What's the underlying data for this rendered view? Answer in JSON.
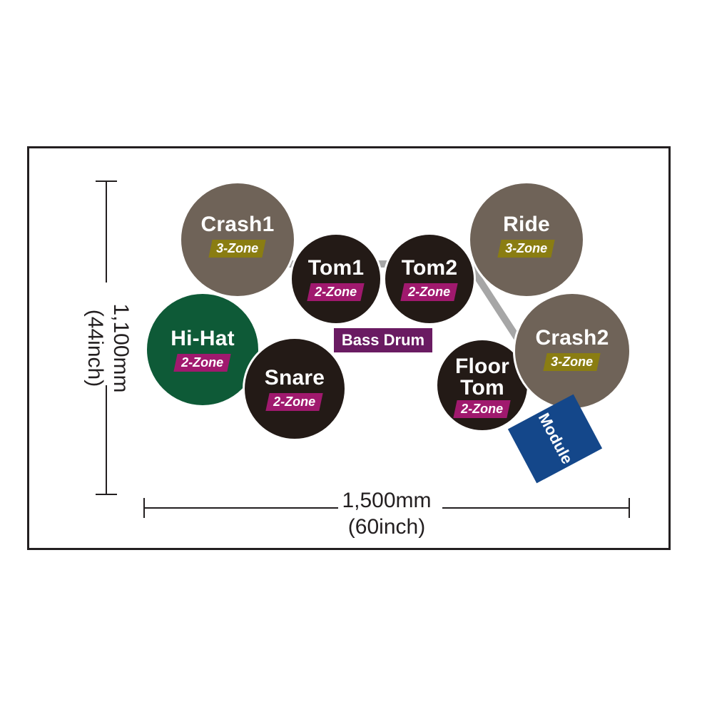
{
  "pads": {
    "crash1": {
      "name": "Crash1",
      "zone": "3-Zone",
      "color": "#6f6358"
    },
    "tom1": {
      "name": "Tom1",
      "zone": "2-Zone",
      "color": "#231a16"
    },
    "tom2": {
      "name": "Tom2",
      "zone": "2-Zone",
      "color": "#231a16"
    },
    "ride": {
      "name": "Ride",
      "zone": "3-Zone",
      "color": "#6f6358"
    },
    "hihat": {
      "name": "Hi-Hat",
      "zone": "2-Zone",
      "color": "#0e5a37"
    },
    "snare": {
      "name": "Snare",
      "zone": "2-Zone",
      "color": "#231a16"
    },
    "crash2": {
      "name": "Crash2",
      "zone": "3-Zone",
      "color": "#6f6358"
    },
    "floortom": {
      "name_line1": "Floor",
      "name_line2": "Tom",
      "zone": "2-Zone",
      "color": "#231a16"
    }
  },
  "bass_drum": {
    "label": "Bass Drum",
    "color": "#6a1b62"
  },
  "module": {
    "label": "Module",
    "color": "#14478a"
  },
  "dimensions": {
    "height_mm": "1,100mm",
    "height_inch": "(44inch)",
    "width_mm": "1,500mm",
    "width_inch": "(60inch)"
  },
  "zone_colors": {
    "three_zone": "#8a7d12",
    "two_zone": "#a0196e"
  }
}
